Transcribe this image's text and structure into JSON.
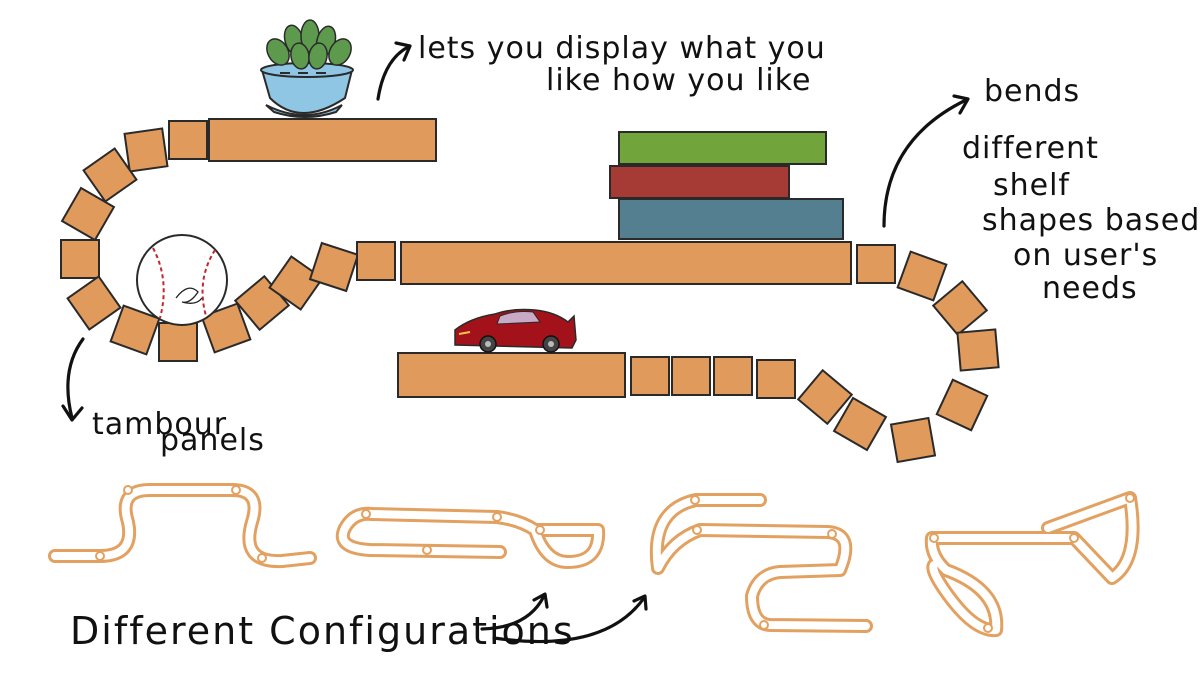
{
  "annotations": {
    "display_line1": "lets you display what you",
    "display_line2": "like how you like",
    "bends": "bends",
    "shapes_line1": "different",
    "shapes_line2": "shelf",
    "shapes_line3": "shapes based",
    "shapes_line4": "on user's",
    "shapes_line5": "needs",
    "tambour_line1": "tambour",
    "tambour_line2": "panels",
    "configurations": "Different Configurations"
  },
  "colors": {
    "wood": "#E09A5B",
    "outline": "#2A2A2A",
    "pot": "#8EC6E3",
    "plant": "#5E9A4E",
    "book_green": "#72A43C",
    "book_red": "#A63A35",
    "book_blue": "#547F91",
    "car_red": "#A3121B",
    "config_orange": "#E2A160",
    "ink": "#111111"
  },
  "icons": {
    "plant": "succulent-plant-icon",
    "books": "book-stack-icon",
    "ball": "baseball-icon",
    "car": "toy-car-icon"
  }
}
